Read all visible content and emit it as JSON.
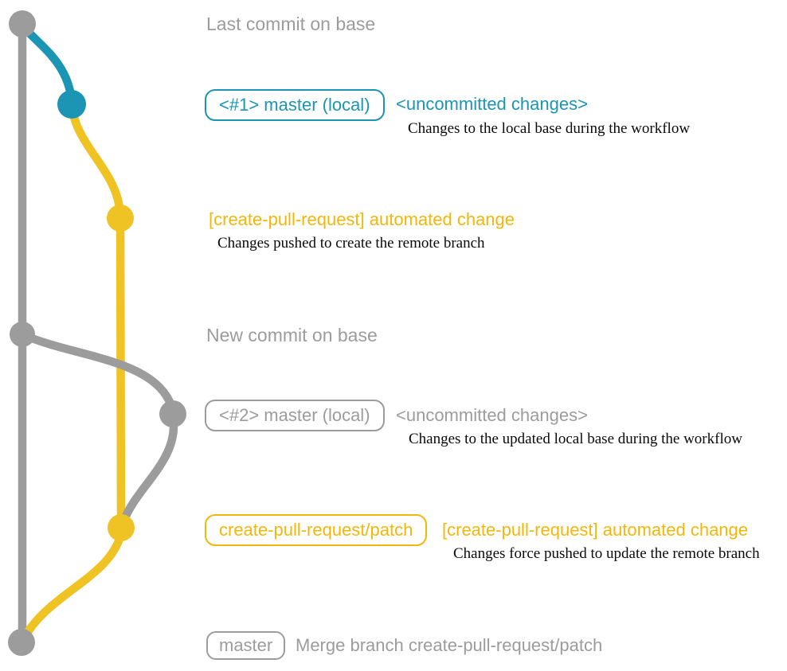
{
  "colors": {
    "gray": "#9C9C9C",
    "teal": "#1C95B5",
    "graph_yellow": "#F0C325",
    "yellow": "#F3B70B",
    "caption_black": "#0A0A0A",
    "background": "#FFFFFF"
  },
  "graph": {
    "type": "git-branch-diagram",
    "branches": [
      {
        "name": "base",
        "color_key": "gray"
      },
      {
        "name": "master (local)",
        "color_key": "teal"
      },
      {
        "name": "create-pull-request/patch",
        "color_key": "graph_yellow"
      }
    ],
    "commits": [
      {
        "id": "last-commit-on-base",
        "color_key": "gray"
      },
      {
        "id": "uncommitted-changes-1",
        "color_key": "teal"
      },
      {
        "id": "automated-change-1",
        "color_key": "graph_yellow"
      },
      {
        "id": "new-commit-on-base",
        "color_key": "gray"
      },
      {
        "id": "uncommitted-changes-2",
        "color_key": "gray"
      },
      {
        "id": "automated-change-2",
        "color_key": "graph_yellow"
      },
      {
        "id": "merge-commit",
        "color_key": "gray"
      }
    ]
  },
  "rows": {
    "last_commit": {
      "label": "Last commit on base"
    },
    "master_local_1": {
      "badge": "<#1> master (local)",
      "heading": "<uncommitted changes>",
      "caption": "Changes to the local base during the workflow"
    },
    "automated_change_1": {
      "heading": "[create-pull-request] automated change",
      "caption": "Changes pushed to create the remote branch"
    },
    "new_commit": {
      "label": "New commit on base"
    },
    "master_local_2": {
      "badge": "<#2> master (local)",
      "heading": "<uncommitted changes>",
      "caption": "Changes to the updated local base during the workflow"
    },
    "automated_change_2": {
      "badge": "create-pull-request/patch",
      "heading": "[create-pull-request] automated change",
      "caption": "Changes force pushed to update the remote branch"
    },
    "merge": {
      "badge": "master",
      "label": "Merge branch create-pull-request/patch"
    }
  }
}
